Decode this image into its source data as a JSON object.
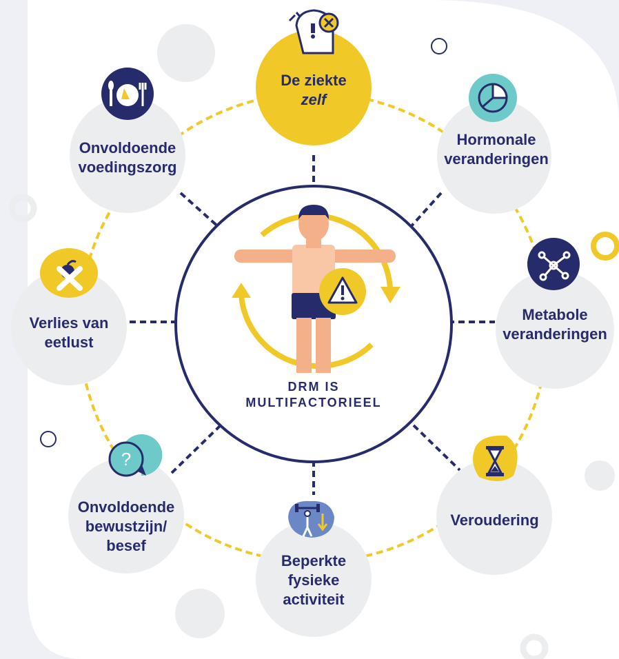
{
  "center": {
    "line1": "DRM IS",
    "line2": "MULTIFACTORIEEL"
  },
  "factors": [
    {
      "id": "ziekte",
      "lines": [
        "De ziekte",
        "zelf"
      ],
      "icon": "head-question-icon"
    },
    {
      "id": "hormonale",
      "lines": [
        "Hormonale",
        "veranderingen"
      ],
      "icon": "pie-chart-icon"
    },
    {
      "id": "metabole",
      "lines": [
        "Metabole",
        "veranderingen"
      ],
      "icon": "molecule-network-icon"
    },
    {
      "id": "veroudering",
      "lines": [
        "Veroudering"
      ],
      "icon": "hourglass-icon"
    },
    {
      "id": "fysieke",
      "lines": [
        "Beperkte",
        "fysieke",
        "activiteit"
      ],
      "icon": "dumbbell-person-icon"
    },
    {
      "id": "bewustzijn",
      "lines": [
        "Onvoldoende",
        "bewustzijn/",
        "besef"
      ],
      "icon": "question-bubble-icon"
    },
    {
      "id": "eetlust",
      "lines": [
        "Verlies van",
        "eetlust"
      ],
      "icon": "no-food-icon"
    },
    {
      "id": "voedingszorg",
      "lines": [
        "Onvoldoende",
        "voedingszorg"
      ],
      "icon": "plate-cutlery-icon"
    }
  ],
  "colors": {
    "navy": "#262b6b",
    "yellow": "#f0c929",
    "teal": "#6ec9c9",
    "blue": "#6b88c6",
    "grey_circle": "#ecedef",
    "skin": "#f4b089"
  }
}
